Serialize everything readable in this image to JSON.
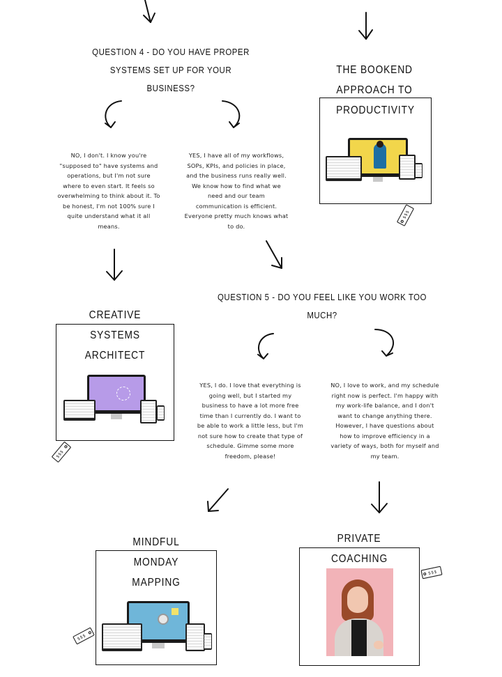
{
  "question4": {
    "line1": "QUESTION 4 - DO YOU HAVE PROPER",
    "line2": "SYSTEMS SET UP FOR YOUR BUSINESS?"
  },
  "q4_answers": {
    "no": "NO, I don't. I know you're \"supposed to\" have systems and operations, but I'm not sure where to even start. It feels so overwhelming to think about it. To be honest, I'm not 100% sure I quite understand what it all means.",
    "yes": "YES, I have all of my workflows, SOPs, KPIs, and policies in place, and the business runs really well. We know how to find what we need and our team communication is efficient. Everyone pretty much knows what to do."
  },
  "question5": {
    "line1": "QUESTION 5 - DO YOU FEEL LIKE YOU WORK TOO MUCH?"
  },
  "q5_answers": {
    "yes": "YES, I do. I love that everything is going well, but I started my business to have a lot more free time than I currently do. I want to be able to work a little less, but I'm not sure how to create that type of schedule. Gimme some more freedom, please!",
    "no": "NO, I love to work, and my schedule right now is perfect. I'm happy with my work-life balance, and I don't want to change anything there. However, I have questions about how to improve efficiency in a variety of ways, both for myself and my team."
  },
  "products": {
    "bookend": {
      "l1": "THE BOOKEND",
      "l2": "APPROACH TO",
      "l3": "PRODUCTIVITY",
      "screen_color": "#f2d64b"
    },
    "creative": {
      "l1": "CREATIVE",
      "l2": "SYSTEMS",
      "l3": "ARCHITECT",
      "screen_color": "#b79be8"
    },
    "mindful": {
      "l1": "MINDFUL",
      "l2": "MONDAY",
      "l3": "MAPPING",
      "screen_color": "#6fb6d9"
    },
    "coaching": {
      "l1": "PRIVATE",
      "l2": "COACHING",
      "photo_color": "#f2b3b8"
    }
  },
  "price_tag": {
    "label": "$$$"
  },
  "icons": {
    "arrow": "down-arrow-icon",
    "curved_left": "curved-arrow-left-icon",
    "curved_right": "curved-arrow-right-icon",
    "tag": "price-tag-icon"
  }
}
